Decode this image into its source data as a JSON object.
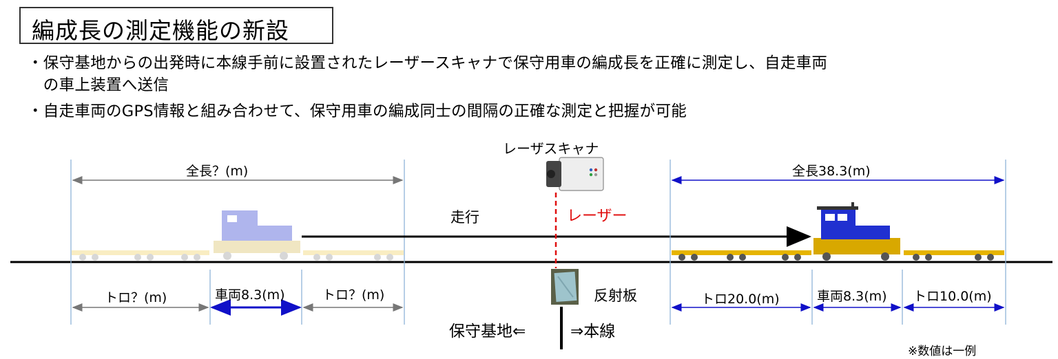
{
  "title": "編成長の測定機能の新設",
  "bullets": [
    "・保守基地からの出発時に本線手前に設置されたレーザースキャナで保守用車の編成長を正確に測定し、自走車両",
    "　の車上装置へ送信",
    "・自走車両のGPS情報と組み合わせて、保守用車の編成同士の間隔の正確な測定と把握が可能"
  ],
  "diagram": {
    "scanner_label": "レーザスキャナ",
    "laser_label": "レーザー",
    "travel_label": "走行",
    "reflector_label": "反射板",
    "direction_left": "保守基地⇐",
    "direction_right": "⇒本線",
    "left_train": {
      "total_label": "全長？(m)",
      "segments": [
        "トロ？(m)",
        "車両8.3(m)",
        "トロ？(m)"
      ]
    },
    "right_train": {
      "total_label": "全長38.3(m)",
      "segments": [
        "トロ20.0(m)",
        "車両8.3(m)",
        "トロ10.0(m)"
      ]
    },
    "note": "※数値は一例",
    "colors": {
      "laser": "#e01010",
      "measure_blue": "#1010c8",
      "measure_gray": "#777777",
      "loco_blue": "#2030d0",
      "flatcar_yellow": "#e6b400"
    }
  }
}
